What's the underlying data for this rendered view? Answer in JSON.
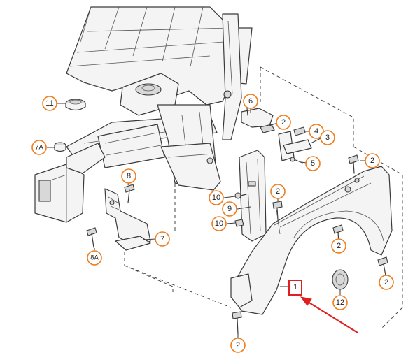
{
  "callouts": {
    "c11": "11",
    "c7a": "7A",
    "c8": "8",
    "c8a": "8A",
    "c7": "7",
    "c6": "6",
    "c2_top": "2",
    "c4": "4",
    "c3": "3",
    "c5": "5",
    "c10_upper": "10",
    "c9": "9",
    "c10_lower": "10",
    "c2_mid": "2",
    "c2_fender_top": "2",
    "c2_fender_mid": "2",
    "c2_right": "2",
    "c12": "12",
    "c1": "1",
    "c2_bottom": "2"
  },
  "colors": {
    "callout_ring": "#f07c1b",
    "highlight_box": "#e02020",
    "arrow": "#e02020",
    "line": "#3a3a3a"
  }
}
